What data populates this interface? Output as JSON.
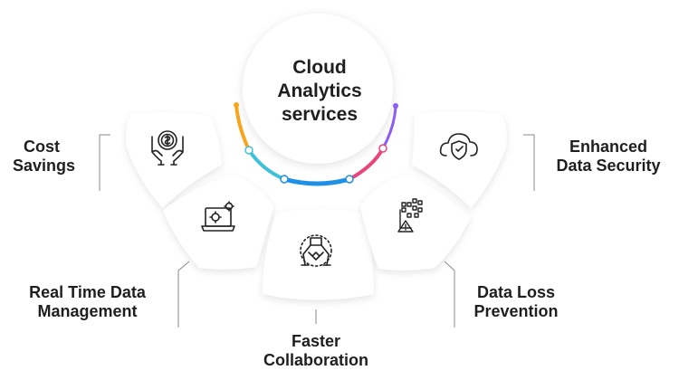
{
  "center": {
    "line1": "Cloud",
    "line2": "Analytics",
    "line3": "services"
  },
  "arc_colors": [
    "#f7a51e",
    "#3fc1d9",
    "#1e90e6",
    "#e8457a",
    "#8b5cf6"
  ],
  "segments": [
    {
      "label_lines": [
        "Cost",
        "Savings"
      ],
      "icon": "hands-money-icon"
    },
    {
      "label_lines": [
        "Real Time Data",
        "Management"
      ],
      "icon": "laptop-gear-icon"
    },
    {
      "label_lines": [
        "Faster",
        "Collaboration"
      ],
      "icon": "hands-together-icon"
    },
    {
      "label_lines": [
        "Data Loss",
        "Prevention"
      ],
      "icon": "data-warning-icon"
    },
    {
      "label_lines": [
        "Enhanced",
        "Data Security"
      ],
      "icon": "cloud-shield-icon"
    }
  ]
}
